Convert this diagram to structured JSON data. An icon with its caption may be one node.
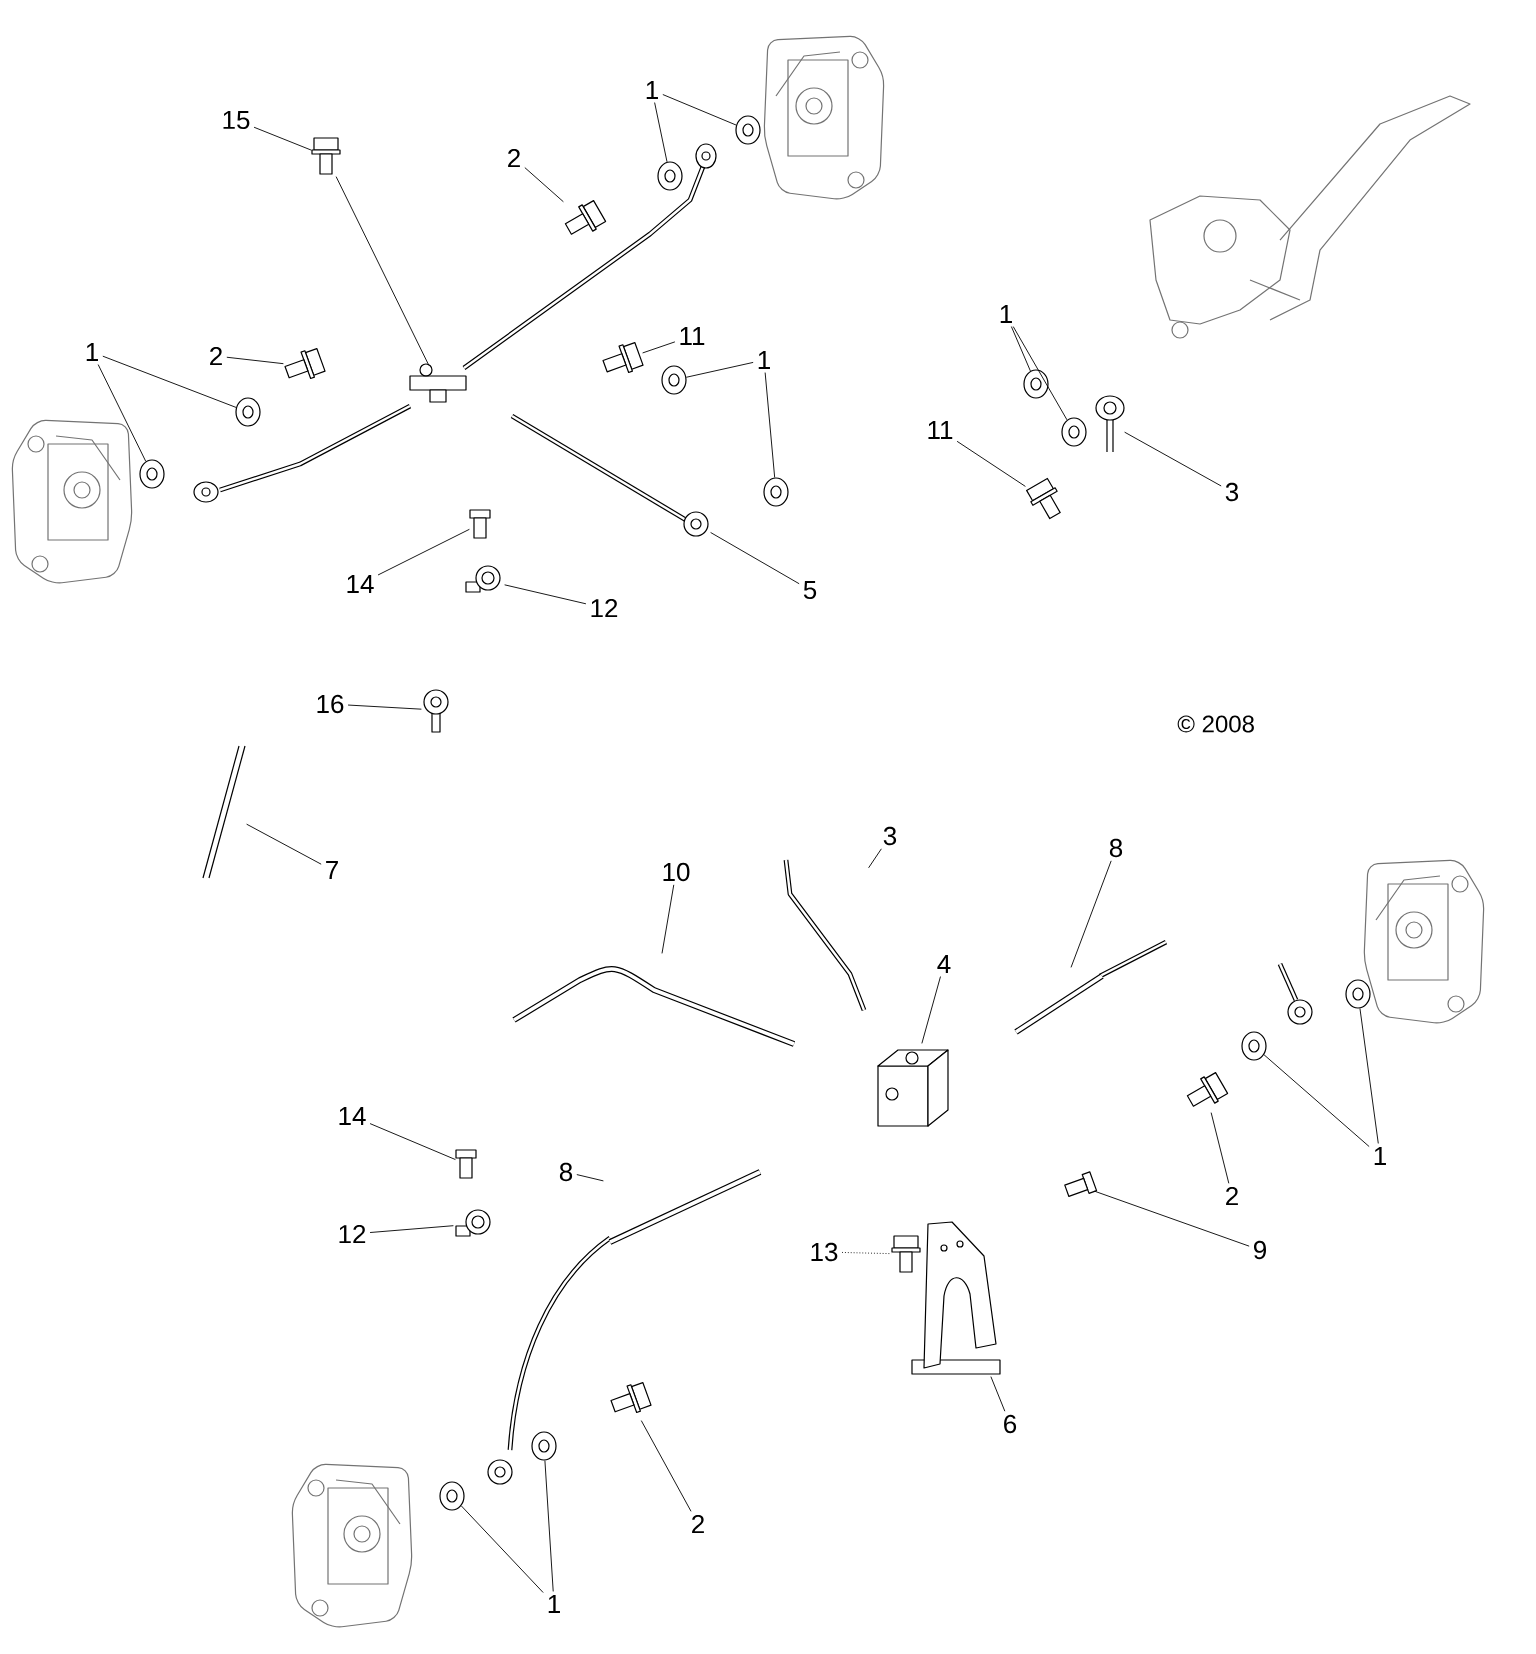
{
  "diagram": {
    "nodes": [
      {
        "text": [
          "15"
        ]
      },
      {
        "text": [
          "2"
        ]
      },
      {
        "text": [
          "1"
        ]
      },
      {
        "text": [
          "2"
        ]
      },
      {
        "text": [
          "1"
        ]
      },
      {
        "text": [
          "11"
        ]
      },
      {
        "text": [
          "1"
        ]
      },
      {
        "text": [
          "5"
        ]
      },
      {
        "text": [
          "14"
        ]
      },
      {
        "text": [
          "12"
        ]
      },
      {
        "text": [
          "1"
        ]
      },
      {
        "text": [
          "11"
        ]
      },
      {
        "text": [
          "3"
        ]
      },
      {
        "text": [
          "16"
        ]
      },
      {
        "text": [
          "7"
        ]
      },
      {
        "text": [
          "3"
        ]
      },
      {
        "text": [
          "10"
        ]
      },
      {
        "text": [
          "8"
        ]
      },
      {
        "text": [
          "4"
        ]
      },
      {
        "text": [
          "1"
        ]
      },
      {
        "text": [
          "2"
        ]
      },
      {
        "text": [
          "9"
        ]
      },
      {
        "text": [
          "13"
        ]
      },
      {
        "text": [
          "6"
        ]
      },
      {
        "text": [
          "14"
        ]
      },
      {
        "text": [
          "12"
        ]
      },
      {
        "text": [
          "8"
        ]
      },
      {
        "text": [
          "2"
        ]
      },
      {
        "text": [
          "1"
        ]
      },
      {
        "text": [],
        "shape": "picture"
      },
      {
        "text": [],
        "shape": "picture"
      },
      {
        "text": [],
        "shape": "circle"
      },
      {
        "text": [],
        "shape": "circle"
      },
      {
        "text": [],
        "shape": "picture"
      },
      {
        "text": [],
        "shape": "circle"
      },
      {
        "text": [],
        "shape": "circle"
      },
      {
        "text": [],
        "shape": "picture"
      },
      {
        "text": [],
        "shape": "circle"
      },
      {
        "text": [],
        "shape": "circle"
      },
      {
        "text": [],
        "shape": "picture"
      },
      {
        "text": [],
        "shape": "picture"
      },
      {
        "text": [],
        "shape": "picture"
      },
      {
        "text": [],
        "shape": "circle"
      },
      {
        "text": [],
        "shape": "circle"
      },
      {
        "text": [],
        "shape": "picture"
      },
      {
        "text": [],
        "shape": "picture"
      },
      {
        "text": [],
        "shape": "picture"
      },
      {
        "text": [],
        "shape": "picture"
      },
      {
        "text": [],
        "shape": "picture"
      },
      {
        "text": [],
        "shape": "picture"
      },
      {
        "text": [],
        "shape": "picture"
      },
      {
        "text": [],
        "shape": "picture"
      },
      {
        "text": [],
        "shape": "circle"
      },
      {
        "text": [],
        "shape": "circle"
      },
      {
        "text": [],
        "shape": "picture"
      },
      {
        "text": [],
        "shape": "picture"
      },
      {
        "text": [],
        "shape": "picture"
      },
      {
        "text": [],
        "shape": "picture"
      },
      {
        "text": [],
        "shape": "picture"
      },
      {
        "text": [],
        "shape": "picture"
      },
      {
        "text": [],
        "shape": "picture"
      },
      {
        "text": [],
        "shape": "picture"
      },
      {
        "text": [],
        "shape": "circle"
      },
      {
        "text": [],
        "shape": "circle"
      },
      {
        "text": [],
        "shape": "picture"
      }
    ],
    "edges": [
      {
        "from": 0,
        "to": 29,
        "arrow": "none"
      },
      {
        "from": 1,
        "to": 30,
        "arrow": "none"
      },
      {
        "from": 2,
        "to": 31,
        "arrow": "none"
      },
      {
        "from": 2,
        "to": 32,
        "arrow": "none"
      },
      {
        "from": 3,
        "to": 33,
        "arrow": "none"
      },
      {
        "from": 4,
        "to": 34,
        "arrow": "none"
      },
      {
        "from": 4,
        "to": 35,
        "arrow": "none"
      },
      {
        "from": 5,
        "to": 36,
        "arrow": "none"
      },
      {
        "from": 6,
        "to": 37,
        "arrow": "none"
      },
      {
        "from": 6,
        "to": 38,
        "arrow": "none"
      },
      {
        "from": 7,
        "to": 39,
        "arrow": "none"
      },
      {
        "from": 8,
        "to": 40,
        "arrow": "none"
      },
      {
        "from": 9,
        "to": 41,
        "arrow": "none"
      },
      {
        "from": 10,
        "to": 42,
        "arrow": "none"
      },
      {
        "from": 10,
        "to": 43,
        "arrow": "none"
      },
      {
        "from": 11,
        "to": 44,
        "arrow": "none"
      },
      {
        "from": 12,
        "to": 45,
        "arrow": "none"
      },
      {
        "from": 13,
        "to": 46,
        "arrow": "none"
      },
      {
        "from": 14,
        "to": 47,
        "arrow": "none"
      },
      {
        "from": 15,
        "to": 48,
        "arrow": "none"
      },
      {
        "from": 16,
        "to": 49,
        "arrow": "none"
      },
      {
        "from": 17,
        "to": 50,
        "arrow": "none"
      },
      {
        "from": 18,
        "to": 51,
        "arrow": "none"
      },
      {
        "from": 19,
        "to": 52,
        "arrow": "none"
      },
      {
        "from": 19,
        "to": 53,
        "arrow": "none"
      },
      {
        "from": 20,
        "to": 54,
        "arrow": "none"
      },
      {
        "from": 21,
        "to": 55,
        "arrow": "none"
      },
      {
        "from": 22,
        "to": 56,
        "arrow": "none",
        "style": "dashed"
      },
      {
        "from": 23,
        "to": 57,
        "arrow": "none"
      },
      {
        "from": 24,
        "to": 58,
        "arrow": "none"
      },
      {
        "from": 25,
        "to": 59,
        "arrow": "none"
      },
      {
        "from": 26,
        "to": 60,
        "arrow": "none"
      },
      {
        "from": 27,
        "to": 61,
        "arrow": "none"
      },
      {
        "from": 28,
        "to": 62,
        "arrow": "none"
      },
      {
        "from": 28,
        "to": 63,
        "arrow": "none"
      },
      {
        "from": 29,
        "to": 64,
        "arrow": "none"
      }
    ],
    "labels": [
      "© 2008"
    ]
  }
}
